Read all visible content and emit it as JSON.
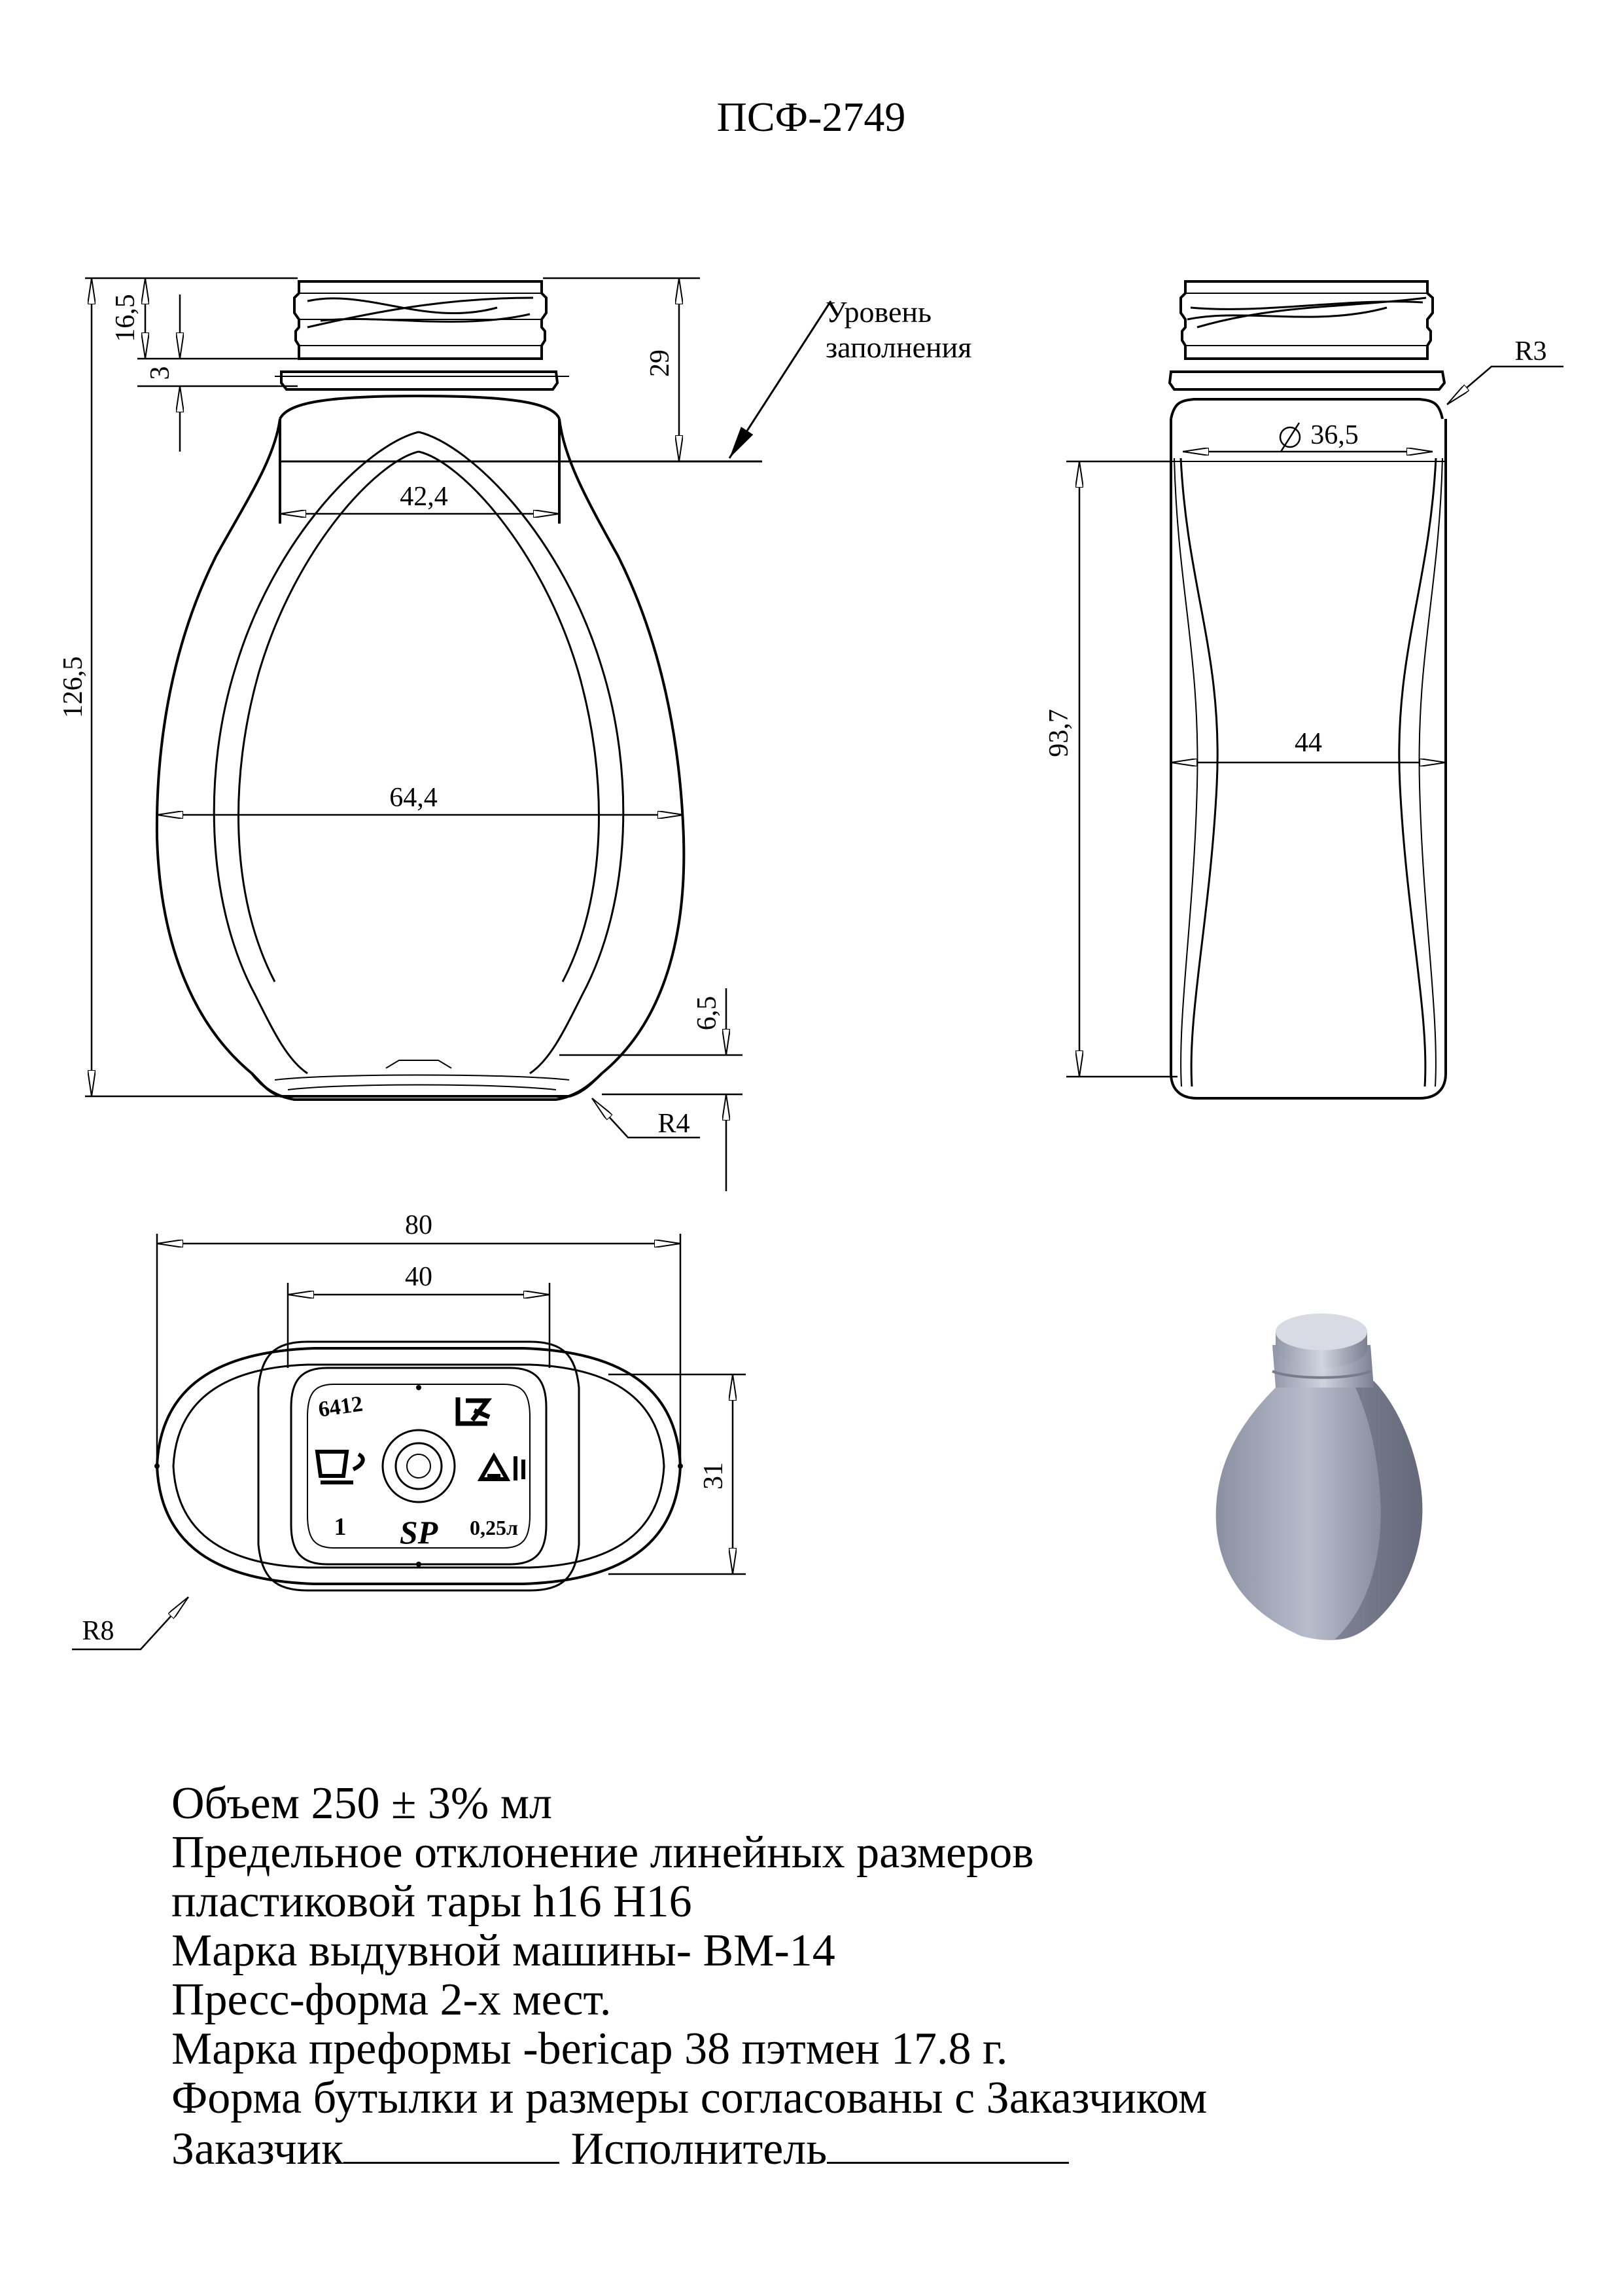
{
  "title": "ПСФ-2749",
  "front_view": {
    "dims": {
      "thread_height": "16,5",
      "collar_thickness": "3",
      "neck_height": "29",
      "total_height": "126,5",
      "neck_width": "42,4",
      "body_width": "64,4",
      "base_height": "6,5",
      "base_radius": "R4"
    },
    "fill_level_label_line1": "Уровень",
    "fill_level_label_line2": "заполнения"
  },
  "side_view": {
    "dims": {
      "corner_radius": "R3",
      "neck_diameter": "36,5",
      "body_height": "93,7",
      "body_depth": "44"
    }
  },
  "bottom_view": {
    "dims": {
      "overall_width": "80",
      "label_width": "40",
      "label_depth": "31",
      "edge_radius": "R8"
    },
    "markings": {
      "code": "6412",
      "cavity": "1",
      "volume": "0,25л",
      "logo": "SP"
    },
    "icons": [
      "recycle-icon",
      "cup-fork-icon",
      "brand-mark-icon"
    ]
  },
  "render_view": {
    "icon": "bottle-3d-render-icon",
    "fill_color": "#a3a8b8"
  },
  "specs": {
    "volume": "Объем 250 ± 3% мл",
    "tolerance_line1": "Предельное отклонение линейных размеров",
    "tolerance_line2": "пластиковой тары h16 H16",
    "machine": "Марка выдувной машины- ВМ-14",
    "mold": "Пресс-форма 2-х мест.",
    "preform": "Марка преформы -bericap 38 пэтмен 17.8 г.",
    "agreement": "Форма бутылки и размеры согласованы с Заказчиком",
    "customer_label": "Заказчик",
    "contractor_label": "Исполнитель"
  }
}
